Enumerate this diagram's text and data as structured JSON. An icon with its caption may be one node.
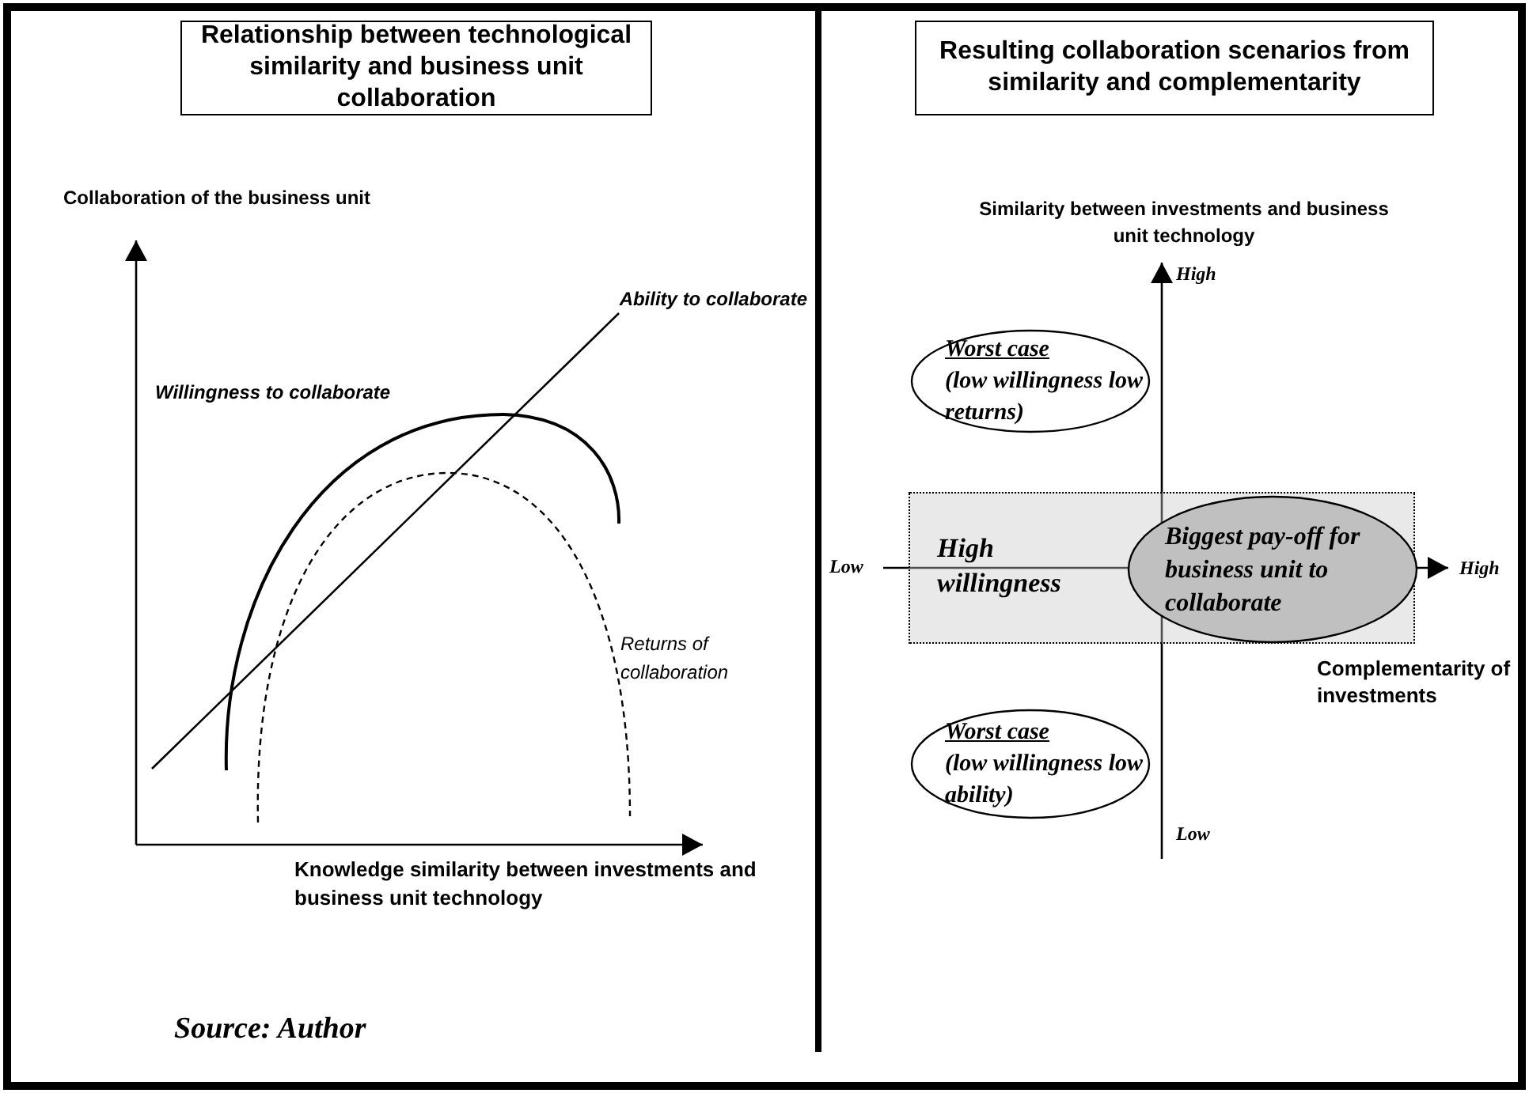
{
  "diagram": {
    "caption": "Source: Author",
    "nodes": [
      {
        "text": [
          "Relationship between technological similarity and business unit collaboration"
        ]
      },
      {
        "text": [
          "Resulting collaboration scenarios from similarity and complementarity"
        ]
      },
      {
        "text": [
          "Worst case",
          "(low willingness low returns)"
        ]
      },
      {
        "text": [
          "High willingness"
        ]
      },
      {
        "text": [
          "Biggest pay-off for business unit to collaborate"
        ],
        "in": 3
      },
      {
        "text": [
          "Worst case",
          "(low willingness low ability)"
        ]
      }
    ],
    "labels": [
      "Collaboration of the business unit",
      "Ability to collaborate",
      "Willingness to collaborate",
      "Returns of collaboration",
      "Knowledge similarity between investments and business unit technology",
      "Similarity between investments and business unit technology",
      "High",
      "Low",
      "High",
      "Complementarity of investments",
      "Low"
    ]
  }
}
